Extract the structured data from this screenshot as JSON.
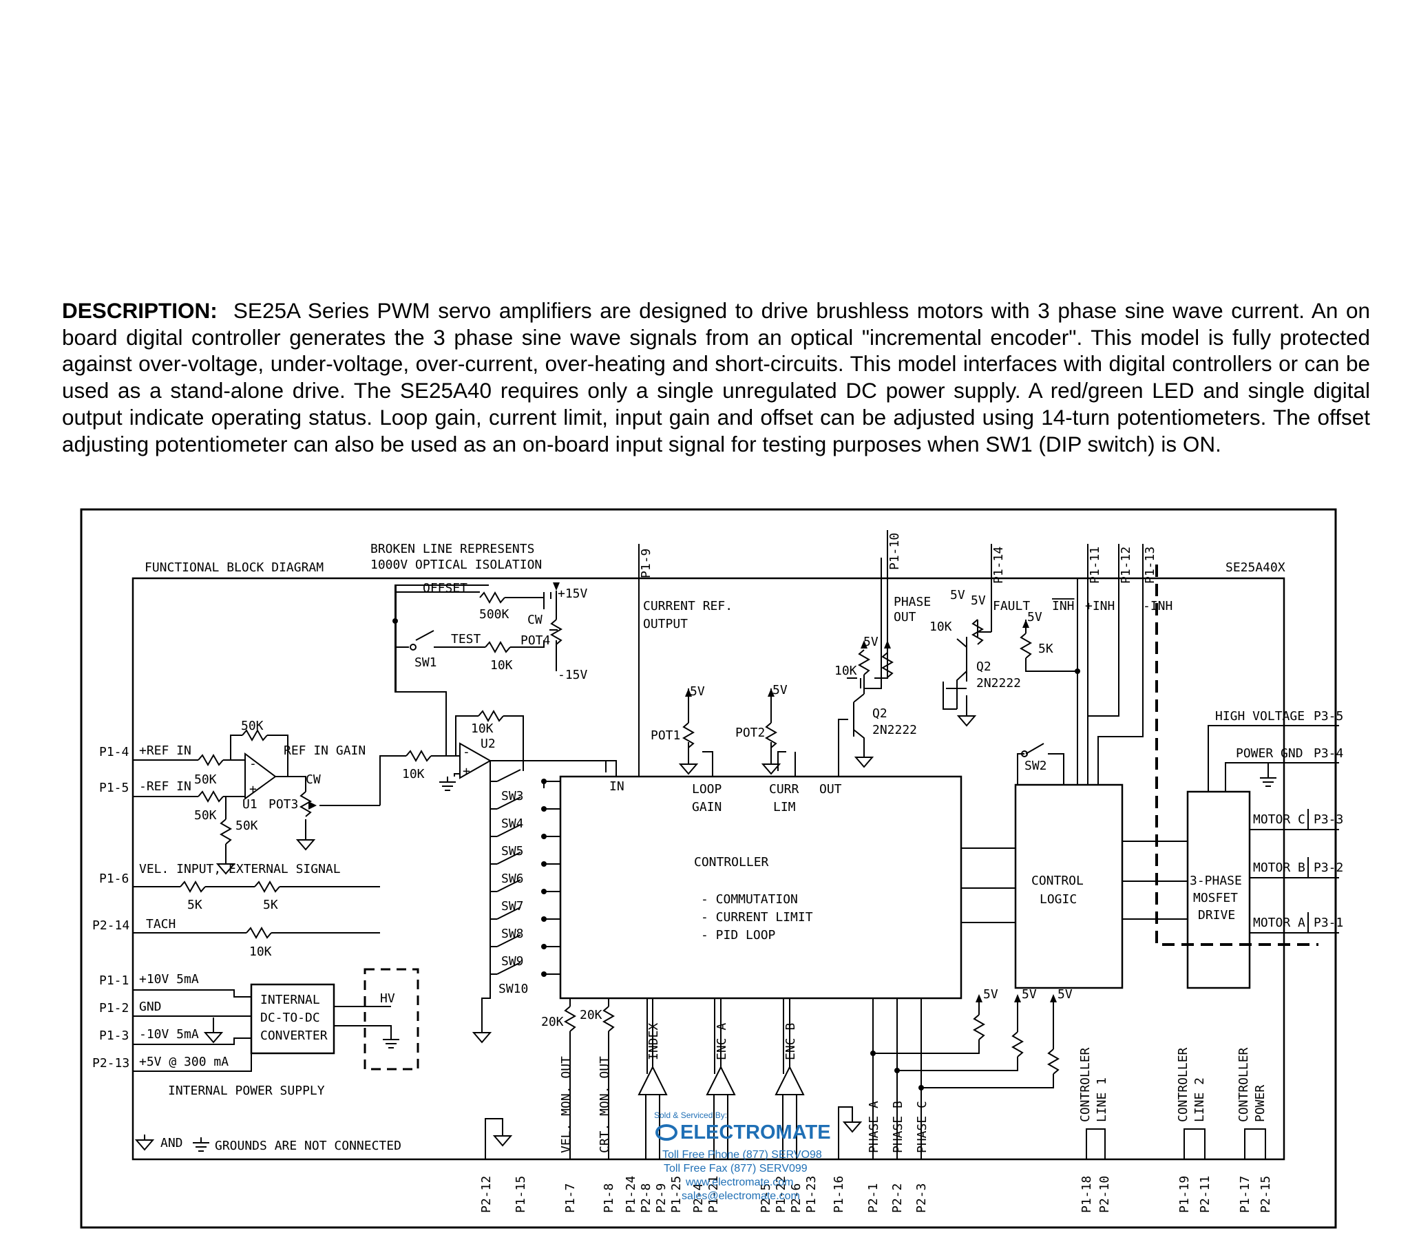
{
  "description": {
    "heading": "DESCRIPTION:",
    "text": "SE25A Series PWM servo amplifiers are designed to drive brushless motors with 3 phase sine wave current.  An on board digital controller generates  the 3 phase sine wave signals from an optical \"incremental encoder\".  This model is fully protected against over-voltage, under-voltage, over-current, over-heating and short-circuits.  This model interfaces with digital controllers or can be used as a stand-alone drive.  The SE25A40 requires only a single unregulated DC power supply.  A red/green LED and single digital output indicate operating status.  Loop gain, current limit, input gain and offset can be adjusted using 14-turn potentiometers.  The offset adjusting potentiometer can also be used as an on-board input signal for testing purposes when SW1 (DIP switch) is ON."
  },
  "diagram": {
    "title": "FUNCTIONAL BLOCK DIAGRAM",
    "model": "SE25A40X",
    "isolation_note": [
      "BROKEN LINE REPRESENTS",
      "1000V OPTICAL ISOLATION"
    ],
    "ground_note": [
      "AND",
      "GROUNDS ARE NOT CONNECTED"
    ],
    "power_supply_label": "INTERNAL POWER SUPPLY",
    "left_pins": [
      "P1-4",
      "P1-5",
      "P1-6",
      "P2-14",
      "P1-1",
      "P1-2",
      "P1-3",
      "P2-13"
    ],
    "left_signals": [
      "+REF IN",
      "-REF IN",
      "VEL. INPUT, EXTERNAL SIGNAL",
      "TACH",
      "+10V  5mA",
      "GND",
      "-10V  5mA",
      "+5V @ 300 mA"
    ],
    "top_pins": [
      "P1-9",
      "P1-10",
      "P1-14",
      "P1-11",
      "P1-12",
      "P1-13"
    ],
    "top_signals": [
      "CURRENT REF.",
      "OUTPUT",
      "PHASE",
      "OUT",
      "FAULT",
      "INH",
      "+INH",
      "-INH"
    ],
    "right_pins": [
      "P3-5",
      "P3-4",
      "P3-3",
      "P3-2",
      "P3-1"
    ],
    "right_signals": [
      "HIGH VOLTAGE",
      "POWER GND",
      "MOTOR C",
      "MOTOR B",
      "MOTOR A"
    ],
    "bottom_pins": [
      "P2-12",
      "P1-15",
      "P1-7",
      "P1-8",
      "P1-24",
      "P2-8",
      "P2-9",
      "P1-25",
      "P2-4",
      "P1-21",
      "P2-5",
      "P1-22",
      "P2-6",
      "P1-23",
      "P1-16",
      "P2-1",
      "P2-2",
      "P2-3",
      "P1-18",
      "P2-10",
      "P1-19",
      "P2-11",
      "P1-17",
      "P2-15"
    ],
    "bottom_signals": [
      "VEL. MON. OUT",
      "CRT. MON. OUT",
      "INDEX",
      "ENC A",
      "ENC B",
      "PHASE A",
      "PHASE B",
      "PHASE C"
    ],
    "bottom_groups": [
      [
        "CONTROLLER",
        "LINE 1"
      ],
      [
        "CONTROLLER",
        "LINE 2"
      ],
      [
        "CONTROLLER",
        "POWER"
      ]
    ],
    "controller": {
      "title": "CONTROLLER",
      "features": [
        "- COMMUTATION",
        "- CURRENT LIMIT",
        "- PID LOOP"
      ],
      "in": "IN",
      "loop_gain": [
        "LOOP",
        "GAIN"
      ],
      "curr_lim": [
        "CURR",
        "LIM"
      ],
      "out": "OUT"
    },
    "control_logic": [
      "CONTROL",
      "LOGIC"
    ],
    "drive": [
      "3-PHASE",
      "MOSFET",
      "DRIVE"
    ],
    "converter": [
      "INTERNAL",
      "DC-TO-DC",
      "CONVERTER"
    ],
    "hv": "HV",
    "switches": [
      "SW1",
      "SW2",
      "SW3",
      "SW4",
      "SW5",
      "SW6",
      "SW7",
      "SW8",
      "SW9",
      "SW10"
    ],
    "pots": [
      "POT1",
      "POT2",
      "POT3",
      "POT4"
    ],
    "amplifiers": [
      "U1",
      "U2"
    ],
    "transistors": [
      {
        "name": "Q2",
        "part": "2N2222"
      },
      {
        "name": "Q2",
        "part": "2N2222"
      }
    ],
    "resistors": [
      "50K",
      "50K",
      "50K",
      "50K",
      "500K",
      "10K",
      "10K",
      "10K",
      "5K",
      "5K",
      "10K",
      "20K",
      "20K",
      "10K",
      "10K",
      "5K"
    ],
    "misc_labels": {
      "offset": "OFFSET",
      "test": "TEST",
      "cw": "CW",
      "plus15": "+15V",
      "minus15": "-15V",
      "ref_in_gain": "REF IN GAIN",
      "five_v": "5V"
    }
  },
  "watermark": {
    "sold_by": "Sold & Serviced By:",
    "company": "ELECTROMATE",
    "phone": "Toll Free Phone (877) SERVO98",
    "fax": "Toll Free Fax (877) SERV099",
    "web": "www.electromate.com",
    "email": "sales@electromate.com"
  }
}
